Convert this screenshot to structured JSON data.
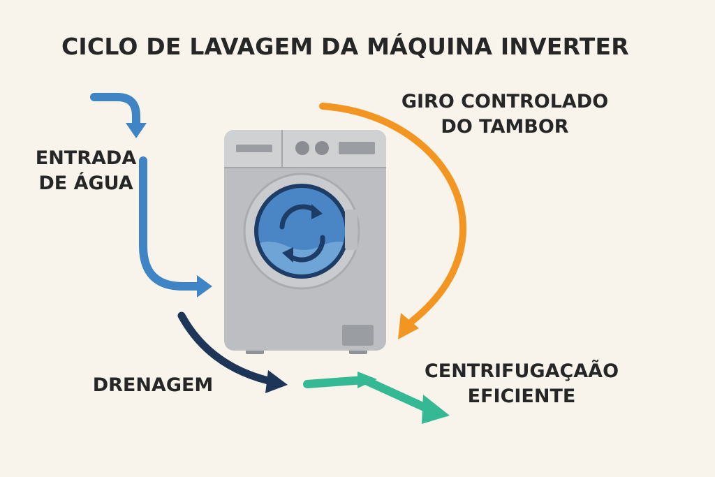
{
  "title": "CICLO DE LAVAGEM DA MÁQUINA INVERTER",
  "colors": {
    "background": "#f8f4ec",
    "water_inlet": "#3f84c4",
    "drum_rotation": "#f39521",
    "drainage": "#1d3557",
    "spin": "#35b894",
    "machine_body": "#bcbec1",
    "drum_water": "#4a86c5"
  },
  "steps": {
    "water_inlet": {
      "line1": "ENTRADA",
      "line2": "DE ÁGUA",
      "icon": "arrow-icon"
    },
    "drum_rotation": {
      "line1": "GIRO CONTROLADO",
      "line2": "DO TAMBOR",
      "icon": "curved-arrow-icon"
    },
    "drainage": {
      "line1": "DRENAGEM",
      "icon": "arrow-icon"
    },
    "spin": {
      "line1": "CENTRIFUGAÇAÃO",
      "line2": "EFICIENTE",
      "icon": "arrow-icon"
    }
  },
  "machine": {
    "icon": "washing-machine-icon",
    "drum_icon": "rotation-arrows-icon"
  }
}
